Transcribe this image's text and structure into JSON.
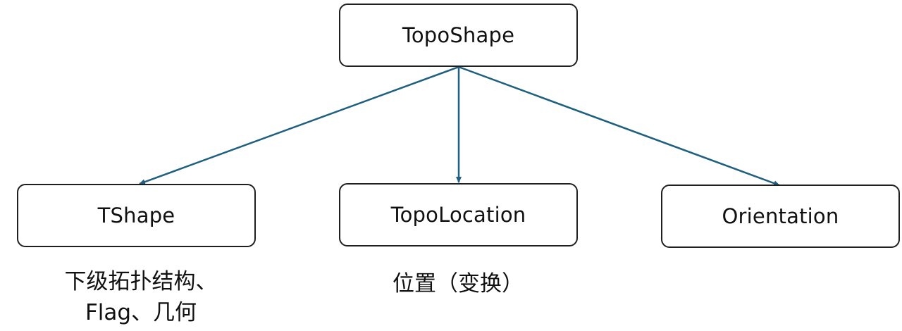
{
  "diagram": {
    "root": {
      "label": "TopoShape"
    },
    "children": [
      {
        "id": "tshape",
        "label": "TShape",
        "note_lines": [
          "下级拓扑结构、",
          "Flag、几何"
        ]
      },
      {
        "id": "location",
        "label": "TopoLocation",
        "note_lines": [
          "位置（变换）"
        ]
      },
      {
        "id": "orientation",
        "label": "Orientation",
        "note_lines": []
      }
    ],
    "edge_color": "#1f5f80"
  }
}
